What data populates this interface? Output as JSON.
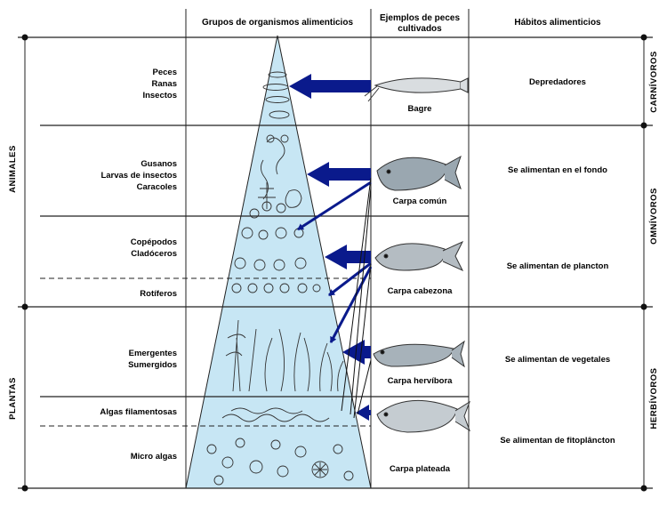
{
  "headers": {
    "groups": "Grupos de organismos alimenticios",
    "examples_line1": "Ejemplos de peces",
    "examples_line2": "cultivados",
    "habits": "Hábitos alimenticios"
  },
  "left_categories": {
    "animals": "ANIMALES",
    "plants": "PLANTAS"
  },
  "right_categories": {
    "carnivores": "CARNÍVOROS",
    "omnivores": "OMNÍVOROS",
    "herbivores": "HERBÍVOROS"
  },
  "food_groups": {
    "peces": "Peces",
    "ranas": "Ranas",
    "insectos": "Insectos",
    "gusanos": "Gusanos",
    "larvas": "Larvas de insectos",
    "caracoles": "Caracoles",
    "copepodos": "Copépodos",
    "cladoceros": "Cladóceros",
    "rotiferos": "Rotíferos",
    "emergentes": "Emergentes",
    "sumergidos": "Sumergidos",
    "algas_filamentosas": "Algas filamentosas",
    "micro_algas": "Micro algas"
  },
  "fishes": {
    "bagre": "Bagre",
    "carpa_comun": "Carpa común",
    "carpa_cabezona": "Carpa cabezona",
    "carpa_hervibora": "Carpa hervíbora",
    "carpa_plateada": "Carpa plateada"
  },
  "habits": {
    "depredadores": "Depredadores",
    "fondo": "Se alimentan en el fondo",
    "plancton": "Se alimentan de plancton",
    "vegetales": "Se alimentan de vegetales",
    "fitoplancton": "Se alimentan de fitoplâncton"
  },
  "colors": {
    "pyramid_fill": "#c7e6f4",
    "arrow": "#0a1a8c",
    "line": "#222222"
  }
}
